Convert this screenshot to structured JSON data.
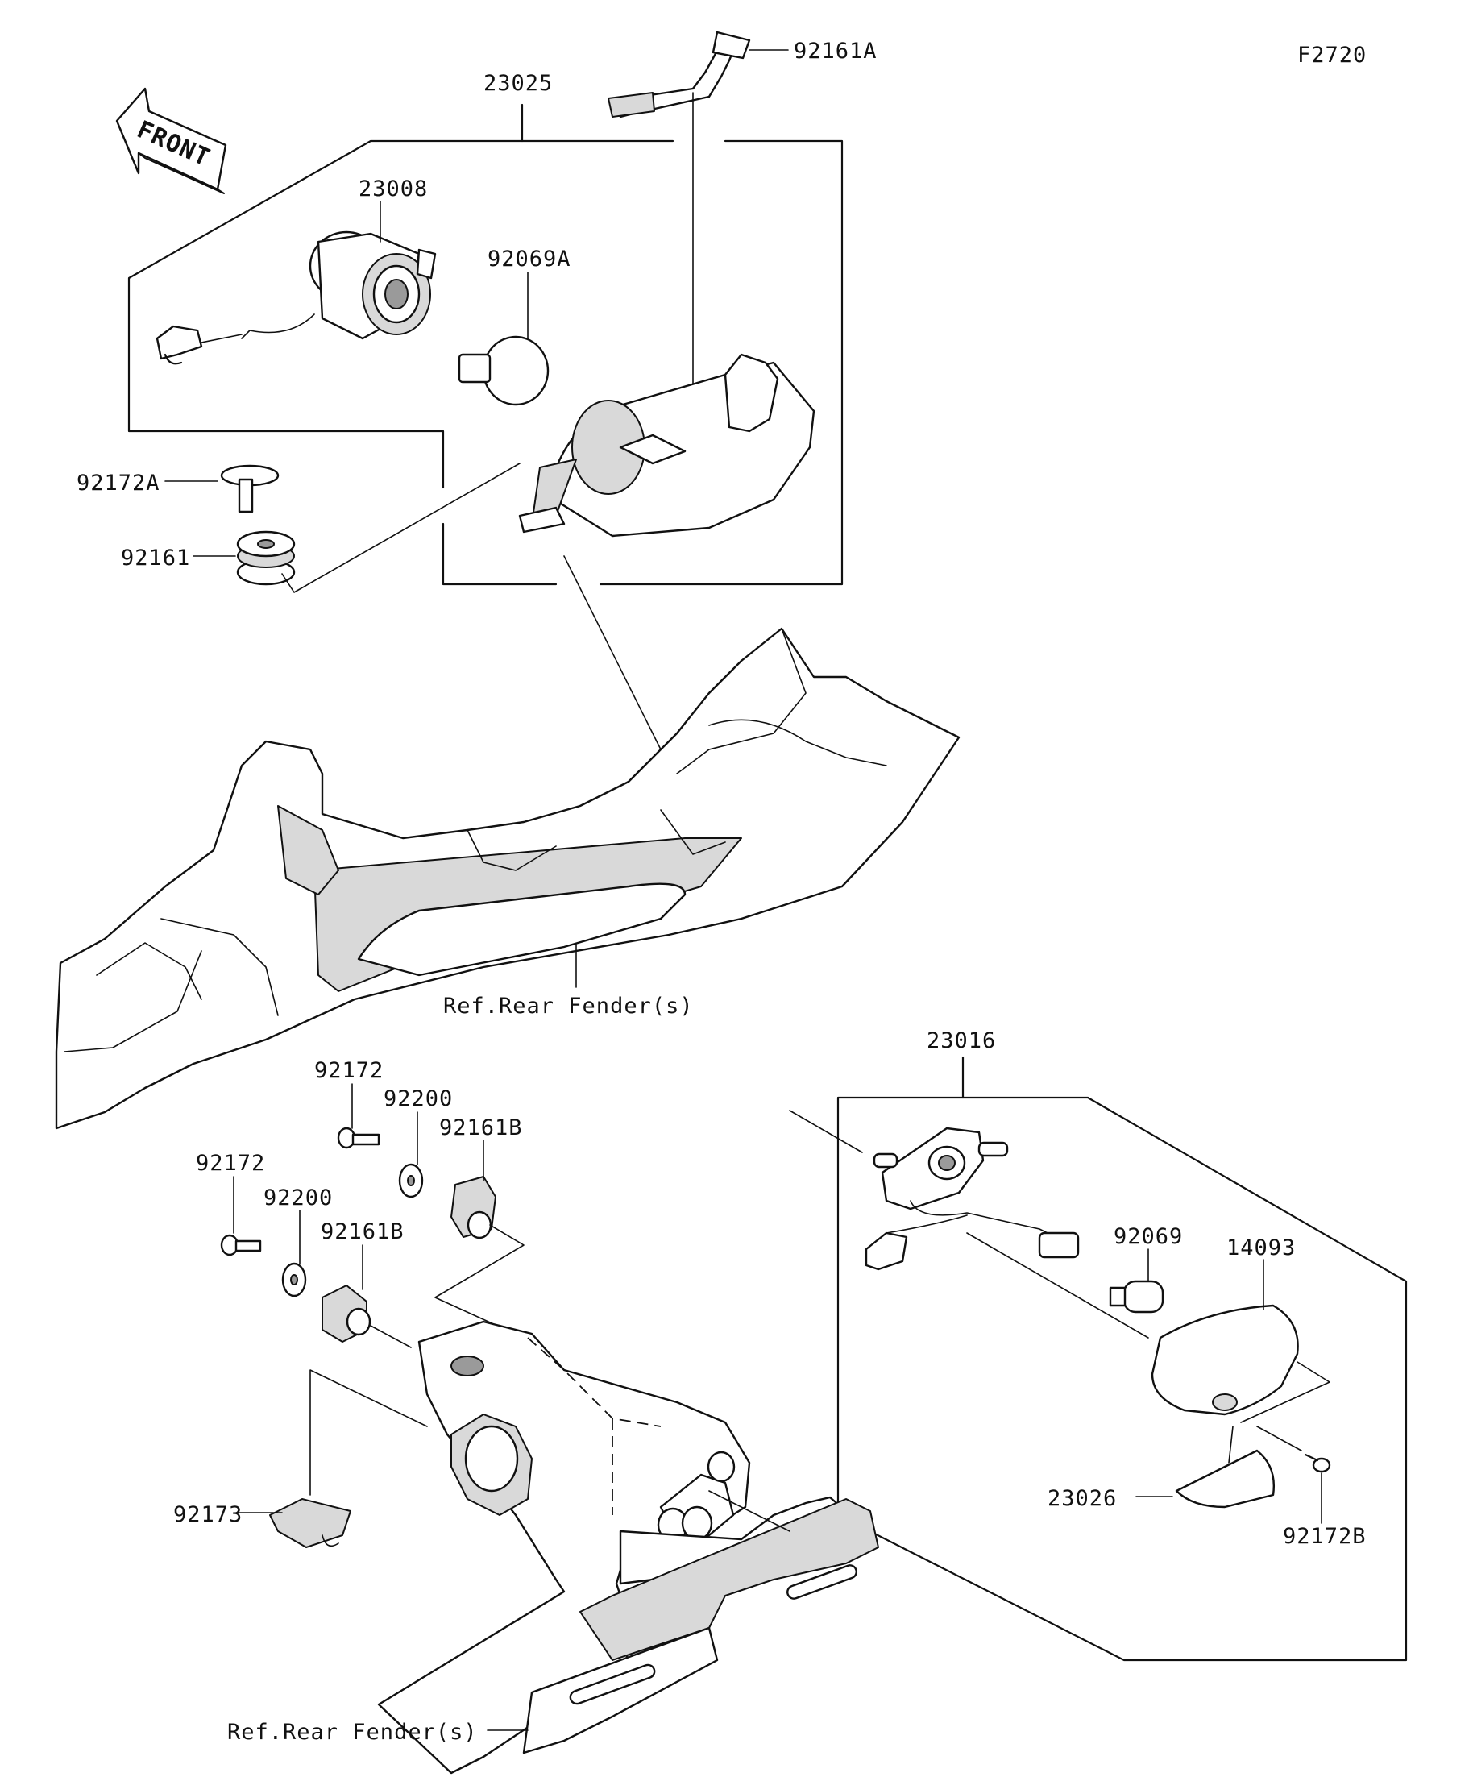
{
  "diagram": {
    "code": "F2720",
    "direction_label": "FRONT",
    "parts": {
      "p23025": "23025",
      "p92161A": "92161A",
      "p23008": "23008",
      "p92069A": "92069A",
      "p92172A": "92172A",
      "p92161": "92161",
      "p92172_upper": "92172",
      "p92200_upper": "92200",
      "p92161B_upper": "92161B",
      "p92172_lower": "92172",
      "p92200_lower": "92200",
      "p92161B_lower": "92161B",
      "p92173": "92173",
      "p23016": "23016",
      "p92069": "92069",
      "p14093": "14093",
      "p23026": "23026",
      "p92172B": "92172B"
    },
    "references": {
      "rear_fender_upper": "Ref.Rear Fender(s)",
      "rear_fender_lower": "Ref.Rear Fender(s)"
    }
  }
}
